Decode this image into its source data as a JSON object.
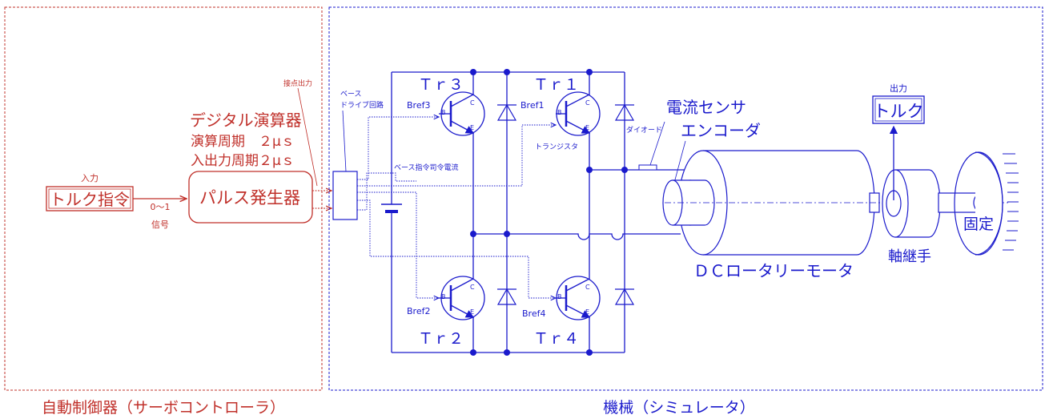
{
  "left_panel": {
    "caption": "自動制御器（サーボコントローラ）",
    "input_label": "入力",
    "torque_command": "トルク指令",
    "signal_range": "0～1",
    "signal_label": "信号",
    "pulse_generator": "パルス発生器",
    "digital_calc": "デジタル演算器",
    "calc_period": "演算周期　２μｓ",
    "io_period": "入出力周期２μｓ",
    "contact_output": "接点出力"
  },
  "right_panel": {
    "caption": "機械（シミュレータ）",
    "base_drive_1": "ベース",
    "base_drive_2": "ドライブ回路",
    "base_command_current": "ベース指令司令電流",
    "tr3": "Ｔｒ３",
    "tr1": "Ｔｒ１",
    "tr2": "Ｔｒ２",
    "tr4": "Ｔｒ４",
    "bref3": "Bref3",
    "bref1": "Bref1",
    "bref2": "Bref2",
    "bref4": "Bref4",
    "pin_b": "B",
    "pin_c": "C",
    "pin_e": "E",
    "transistor_label": "トランジスタ",
    "diode_label": "ダイオード",
    "current_sensor": "電流センサ",
    "encoder": "エンコーダ",
    "motor": "ＤＣロータリーモータ",
    "coupling": "軸継手",
    "fixed": "固定",
    "output_label": "出力",
    "torque_output": "トルク"
  },
  "colors": {
    "controller": "#c0302a",
    "machine": "#1a1acc",
    "dashed_wire": "#1a1acc"
  }
}
